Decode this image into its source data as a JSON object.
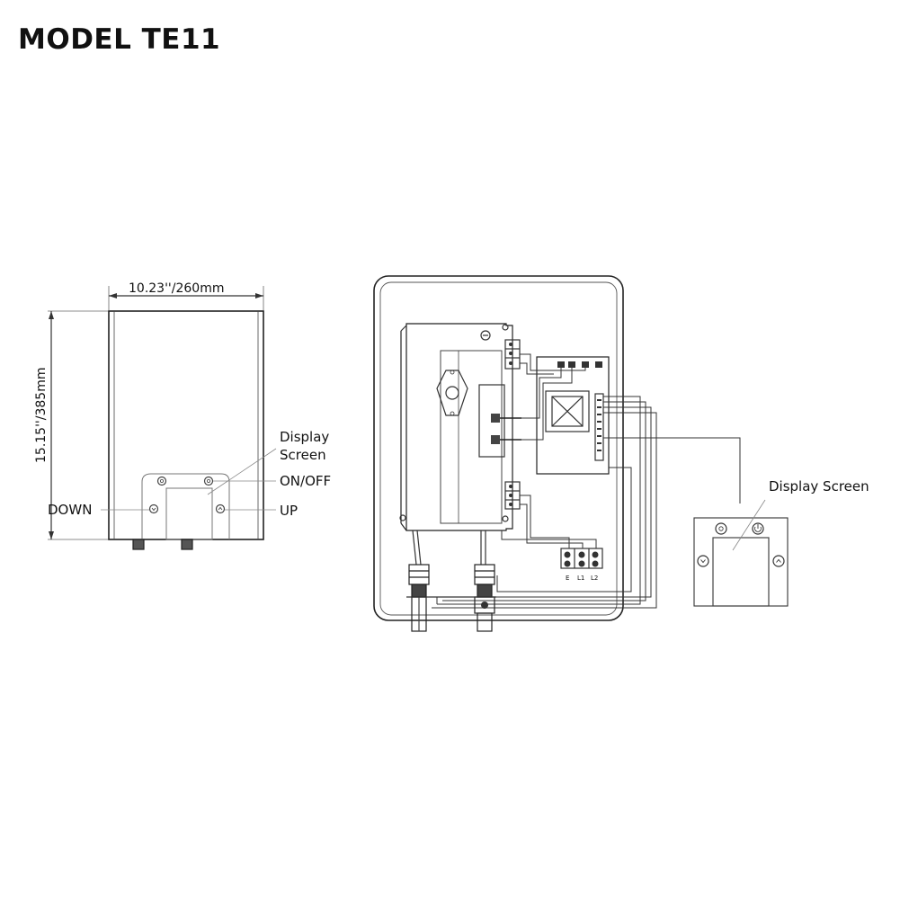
{
  "title": "MODEL TE11",
  "front_view": {
    "width_label": "10.23''/260mm",
    "height_label": "15.15''/385mm",
    "callouts": {
      "display_line1": "Display",
      "display_line2": "Screen",
      "on_off": "ON/OFF",
      "down": "DOWN",
      "up": "UP"
    }
  },
  "wiring_view": {
    "terminal_labels": [
      "E",
      "L1",
      "L2"
    ],
    "display_callout": "Display Screen"
  }
}
